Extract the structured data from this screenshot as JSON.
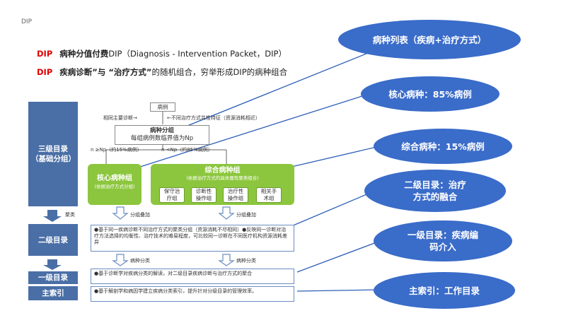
{
  "header": {
    "small_label": "DIP"
  },
  "definitions": [
    {
      "tag": "DIP",
      "bold": "病种分值付费",
      "rest": "DIP（Diagnosis - Intervention Packet，DIP）"
    },
    {
      "tag": "DIP",
      "bold": "疾病诊断”与 “治疗方式”",
      "rest": "的随机组合，穷举形成DIP的病种组合"
    }
  ],
  "diagram": {
    "left_labels": [
      "三级目录（基础分组）",
      "二级目录",
      "一级目录",
      "主索引"
    ],
    "left_arrow_label": "聚类",
    "top_box": "病例",
    "criteria_left": "相同主要诊断→",
    "criteria_right": "←不同治疗方式共性特征（资源消耗相近）",
    "group_box_title": "病种分组",
    "group_box_sub": "每组病例数临界值为Np",
    "n_left": "n ≥Np（约15%病例）",
    "n_right": "n <Np（约85%病例）",
    "core_group_title": "核心病种组",
    "core_group_sub": "(依据治疗方式分组)",
    "composite_title": "综合病种组",
    "composite_sub": "(依据治疗方式的具体属性聚类组合)",
    "composite_items": [
      "保守治疗组",
      "诊断性操作组",
      "治疗性操作组",
      "相关手术组"
    ],
    "overlay_label_1": "分组叠加",
    "overlay_label_2": "分组叠加",
    "level2_text": "●基于同一疾病诊断不同治疗方式的聚类分组（资源消耗不尽相同）●反映同一诊断对治疗方法选择的均衡性、治疗技术的难易程度，可比较同一诊断在不同医疗机构资源消耗差异",
    "disease_class_1": "病种分类",
    "disease_class_2": "病种分类",
    "level1_text": "●基于诊断学对疾病分类的解读，对二级目录疾病诊断与治疗方式的聚合",
    "index_text": "●基于解剖学和病因学建立疾病分类索引，提升针对分级目录的管理效率。"
  },
  "callouts": [
    "病种列表（疾病+治疗方式）",
    "核心病种：85%病例",
    "综合病种：15%病例",
    "二级目录：治疗方式的融合",
    "一级目录：疾病编码介入",
    "主索引：工作目录"
  ],
  "colors": {
    "bubble": "#3a6cc9",
    "left_box": "#4a6fa6",
    "green": "#8cc63e",
    "dip_red": "#e00000"
  }
}
